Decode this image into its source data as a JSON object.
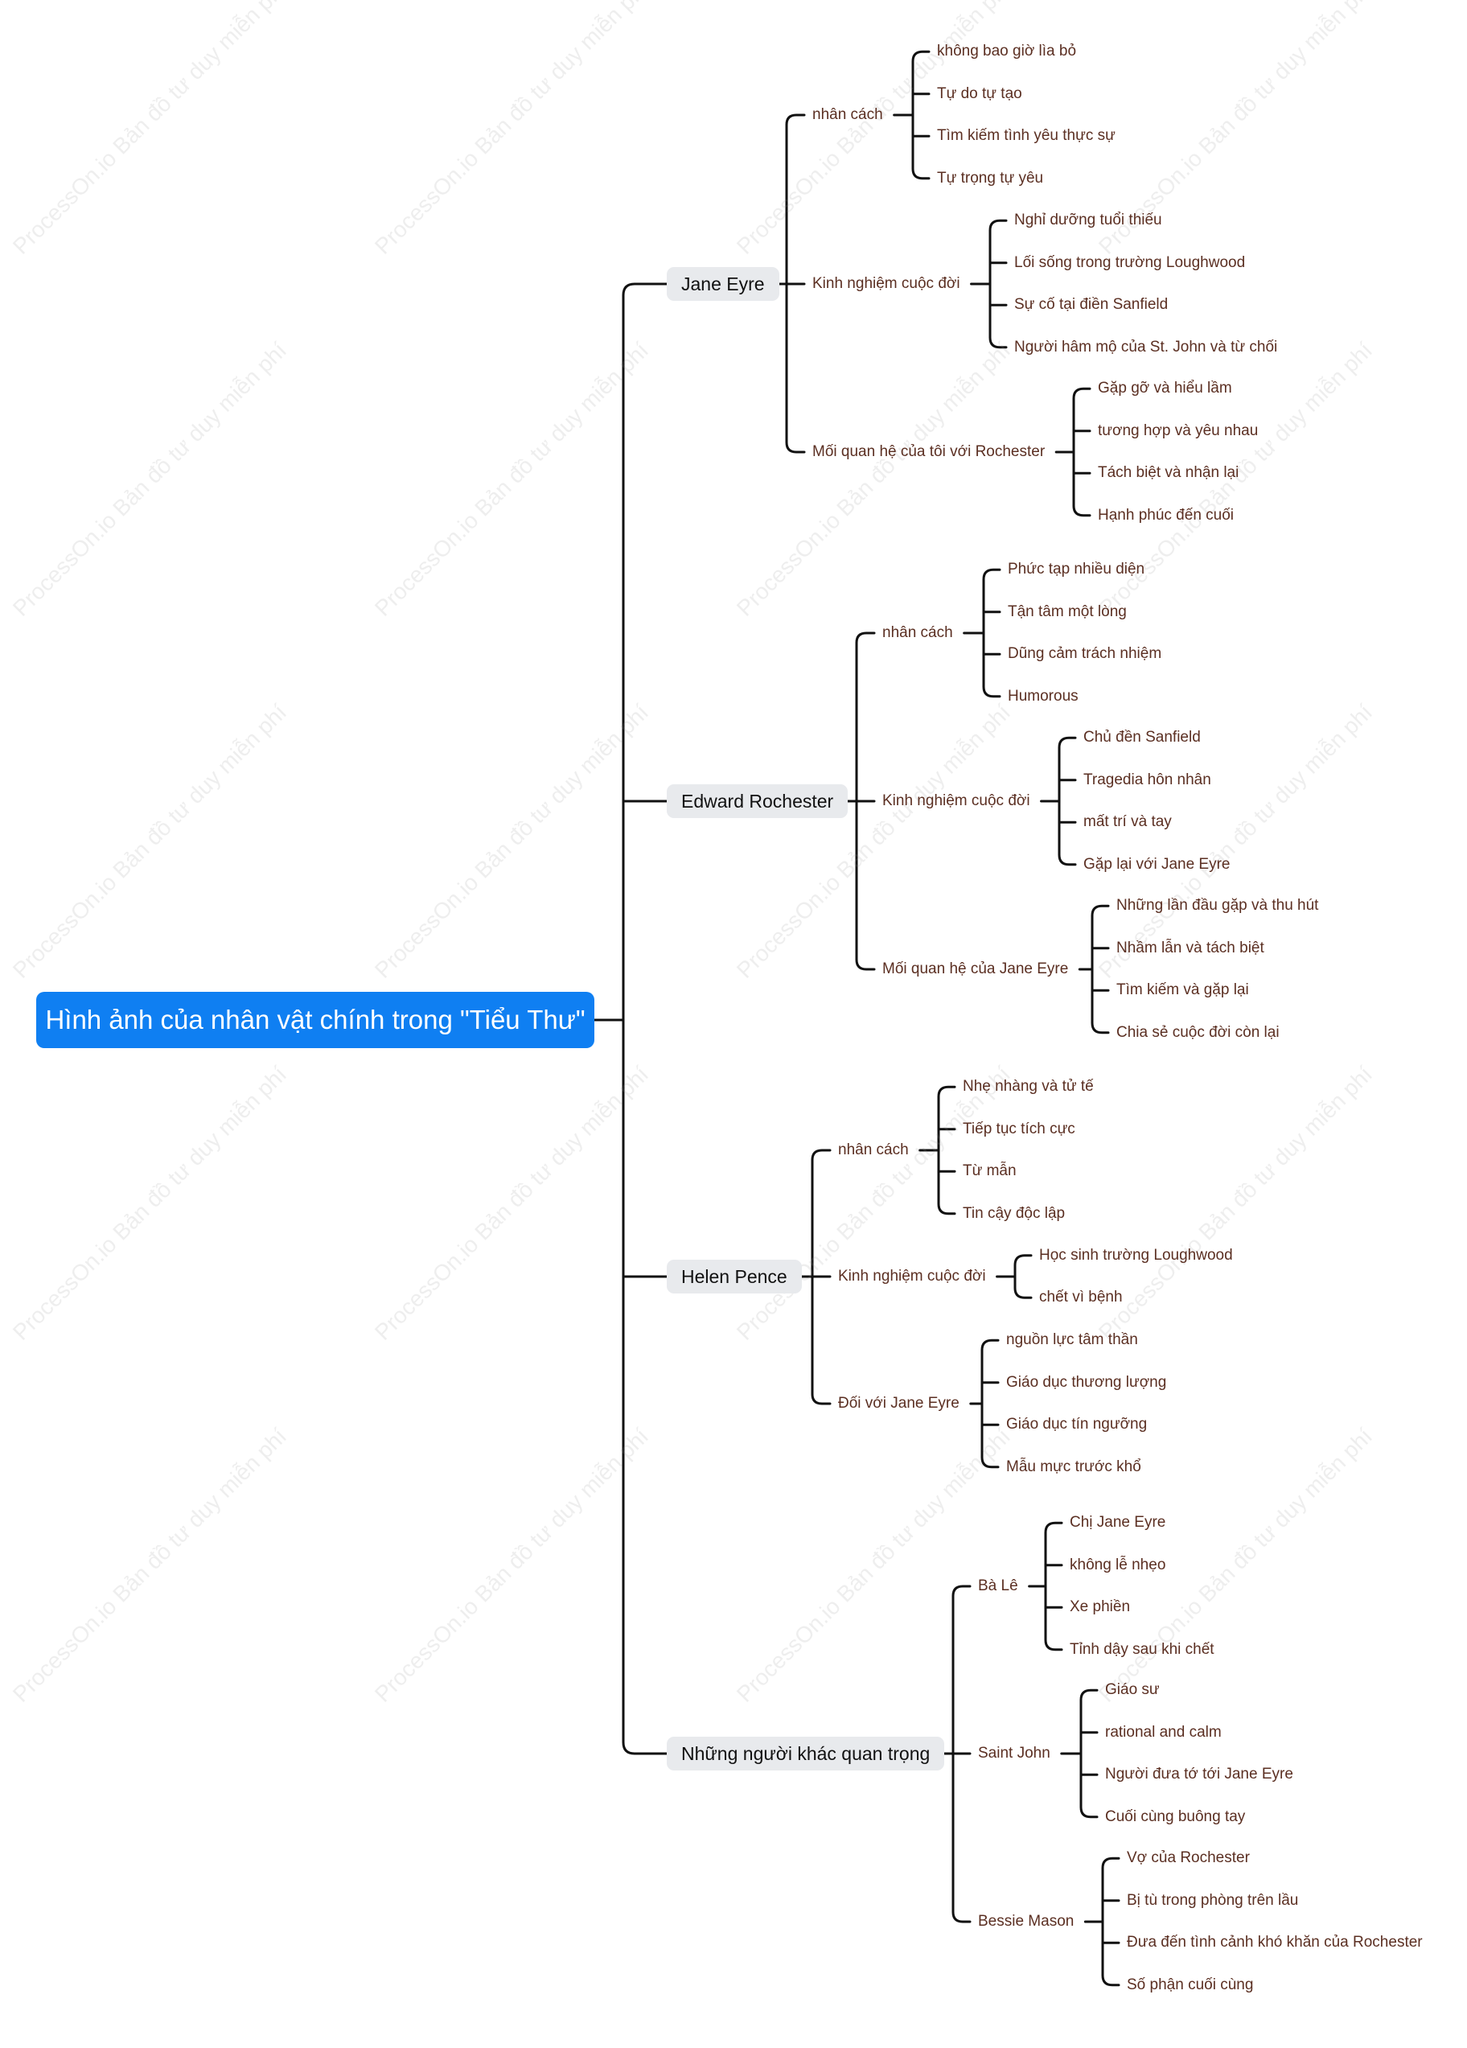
{
  "watermark": "ProcessOn.io Bản đồ tư duy miễn phí",
  "colors": {
    "root_bg": "#0f7ff2",
    "branch_bg": "#e8eaed",
    "line": "#111111",
    "leaf_text": "#5b2f22"
  },
  "root": {
    "label": "Hình ảnh của nhân vật chính trong \"Tiểu Thư\""
  },
  "branches": [
    {
      "label": "Jane Eyre",
      "children": [
        {
          "label": "nhân cách",
          "children": [
            "không bao giờ lìa bỏ",
            "Tự do tự tạo",
            "Tìm kiếm tình yêu thực sự",
            "Tự trọng tự yêu"
          ]
        },
        {
          "label": "Kinh nghiệm cuộc đời",
          "children": [
            "Nghỉ dưỡng tuổi thiếu",
            "Lối sống trong trường Loughwood",
            "Sự cố tại điền Sanfield",
            "Người hâm mộ của St. John và từ chối"
          ]
        },
        {
          "label": "Mối quan hệ của tôi với Rochester",
          "children": [
            "Gặp gỡ và hiểu lầm",
            "tương hợp và yêu nhau",
            "Tách biệt và nhận lại",
            "Hạnh phúc đến cuối"
          ]
        }
      ]
    },
    {
      "label": "Edward Rochester",
      "children": [
        {
          "label": "nhân cách",
          "children": [
            "Phức tạp nhiều diện",
            "Tận tâm một lòng",
            "Dũng cảm trách nhiệm",
            "Humorous"
          ]
        },
        {
          "label": "Kinh nghiệm cuộc đời",
          "children": [
            "Chủ đền Sanfield",
            "Tragedia hôn nhân",
            "mất trí và tay",
            "Gặp lại với Jane Eyre"
          ]
        },
        {
          "label": "Mối quan hệ của Jane Eyre",
          "children": [
            "Những lần đầu gặp và thu hút",
            "Nhầm lẫn và tách biệt",
            "Tìm kiếm và gặp lại",
            "Chia sẻ cuộc đời còn lại"
          ]
        }
      ]
    },
    {
      "label": "Helen Pence",
      "children": [
        {
          "label": "nhân cách",
          "children": [
            "Nhẹ nhàng và tử tế",
            "Tiếp tục tích cực",
            "Từ mẫn",
            "Tin cậy độc lập"
          ]
        },
        {
          "label": "Kinh nghiệm cuộc đời",
          "children": [
            "Học sinh trường Loughwood",
            "chết vì bệnh"
          ]
        },
        {
          "label": "Đối với Jane Eyre",
          "children": [
            "nguồn lực tâm thần",
            "Giáo dục thương lượng",
            "Giáo dục tín ngưỡng",
            "Mẫu mực trước khổ"
          ]
        }
      ]
    },
    {
      "label": "Những người khác quan trọng",
      "children": [
        {
          "label": "Bà Lê",
          "children": [
            "Chị Jane Eyre",
            "không lễ nhẹo",
            "Xe phiền",
            "Tỉnh dậy sau khi chết"
          ]
        },
        {
          "label": "Saint John",
          "children": [
            "Giáo sư",
            "rational and calm",
            "Người đưa tớ tới Jane Eyre",
            "Cuối cùng buông tay"
          ]
        },
        {
          "label": "Bessie Mason",
          "children": [
            "Vợ của Rochester",
            "Bị tù trong phòng trên lầu",
            "Đưa đến tình cảnh khó khăn của Rochester",
            "Số phận cuối cùng"
          ]
        }
      ]
    }
  ]
}
